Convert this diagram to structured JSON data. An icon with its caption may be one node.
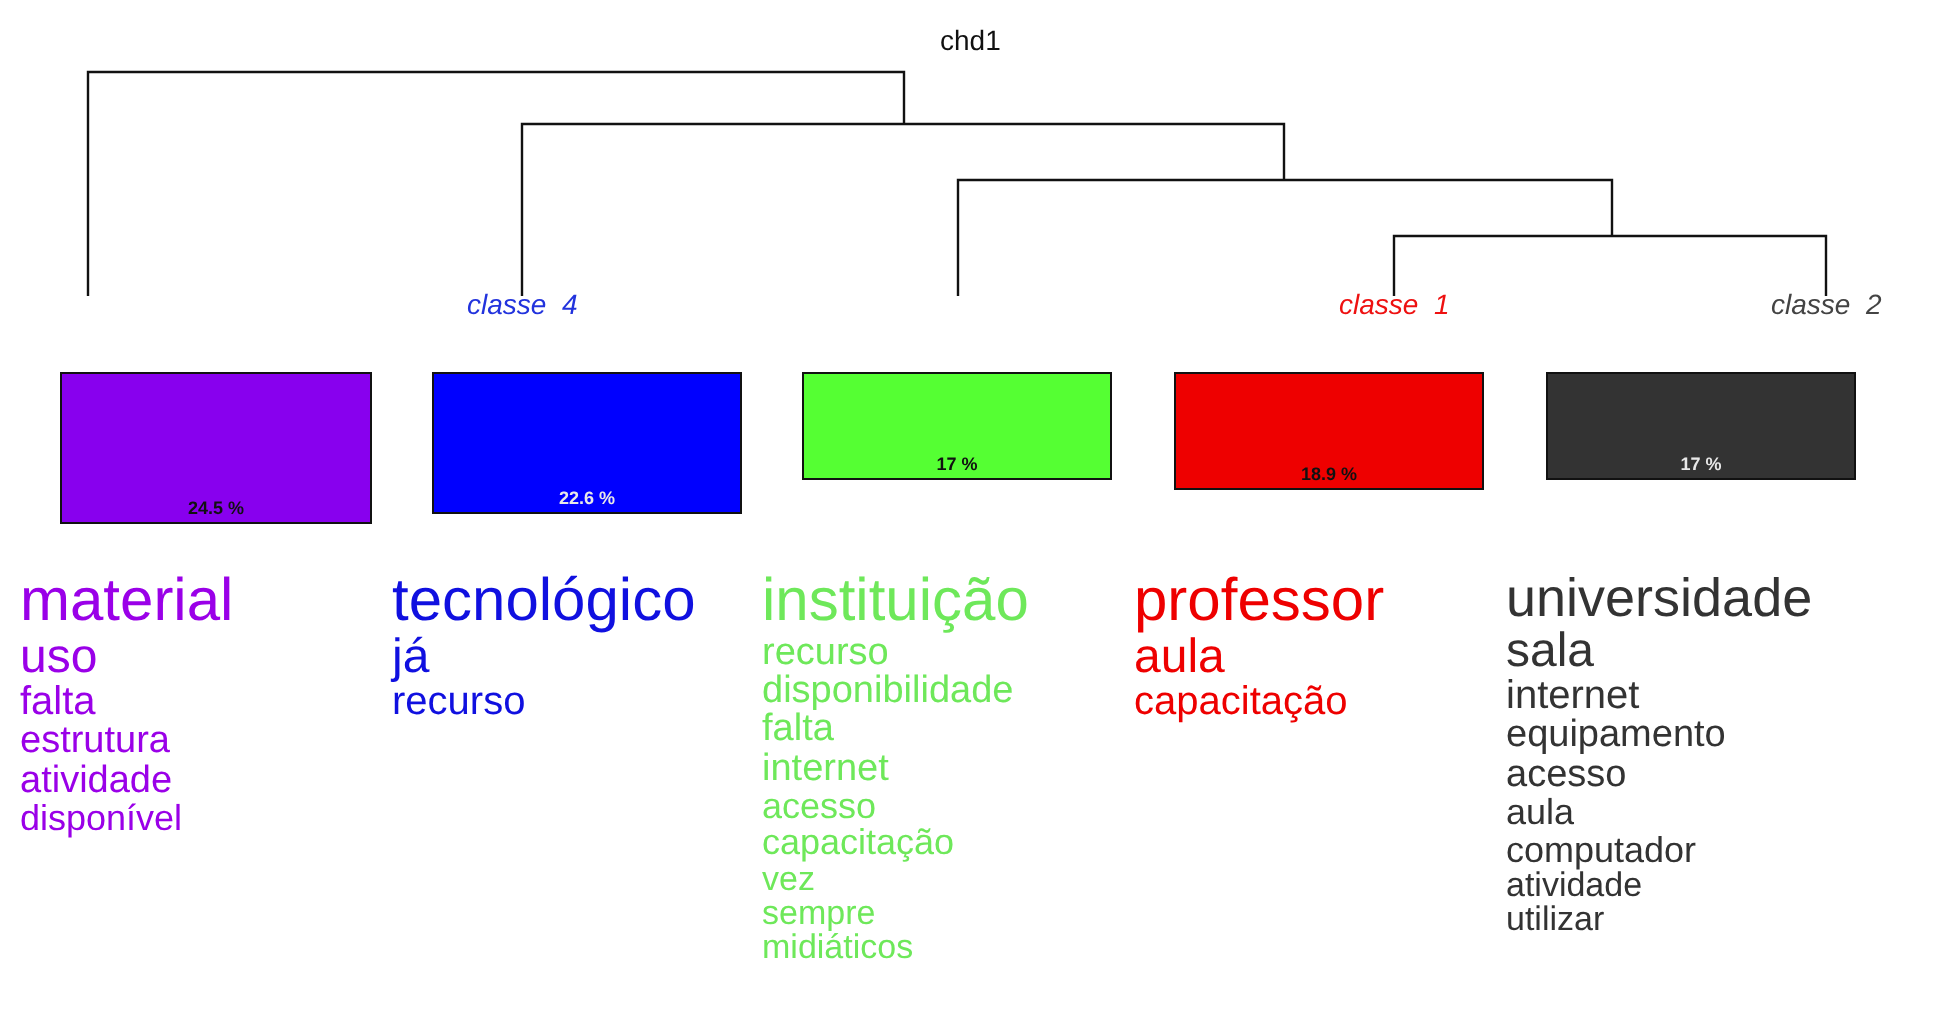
{
  "diagram": {
    "title": "chd1",
    "nodes": [
      {
        "text": [
          "24.5 %"
        ],
        "beside": [
          "material",
          "uso",
          "falta",
          "estrutura",
          "atividade",
          "disponível"
        ]
      },
      {
        "text": [
          "22.6 %"
        ],
        "beside": [
          "tecnológico",
          "já",
          "recurso"
        ]
      },
      {
        "text": [
          "17 %"
        ],
        "beside": [
          "instituição",
          "recurso",
          "disponibilidade",
          "falta",
          "internet",
          "acesso",
          "capacitação",
          "vez",
          "sempre",
          "midiáticos"
        ]
      },
      {
        "text": [
          "18.9 %"
        ],
        "beside": [
          "professor",
          "aula",
          "capacitação"
        ]
      },
      {
        "text": [
          "17 %"
        ],
        "beside": [
          "universidade",
          "sala",
          "internet",
          "equipamento",
          "acesso",
          "aula",
          "computador",
          "atividade",
          "utilizar"
        ]
      }
    ],
    "labels": [
      "classe  4",
      "classe  1",
      "classe  2"
    ]
  }
}
